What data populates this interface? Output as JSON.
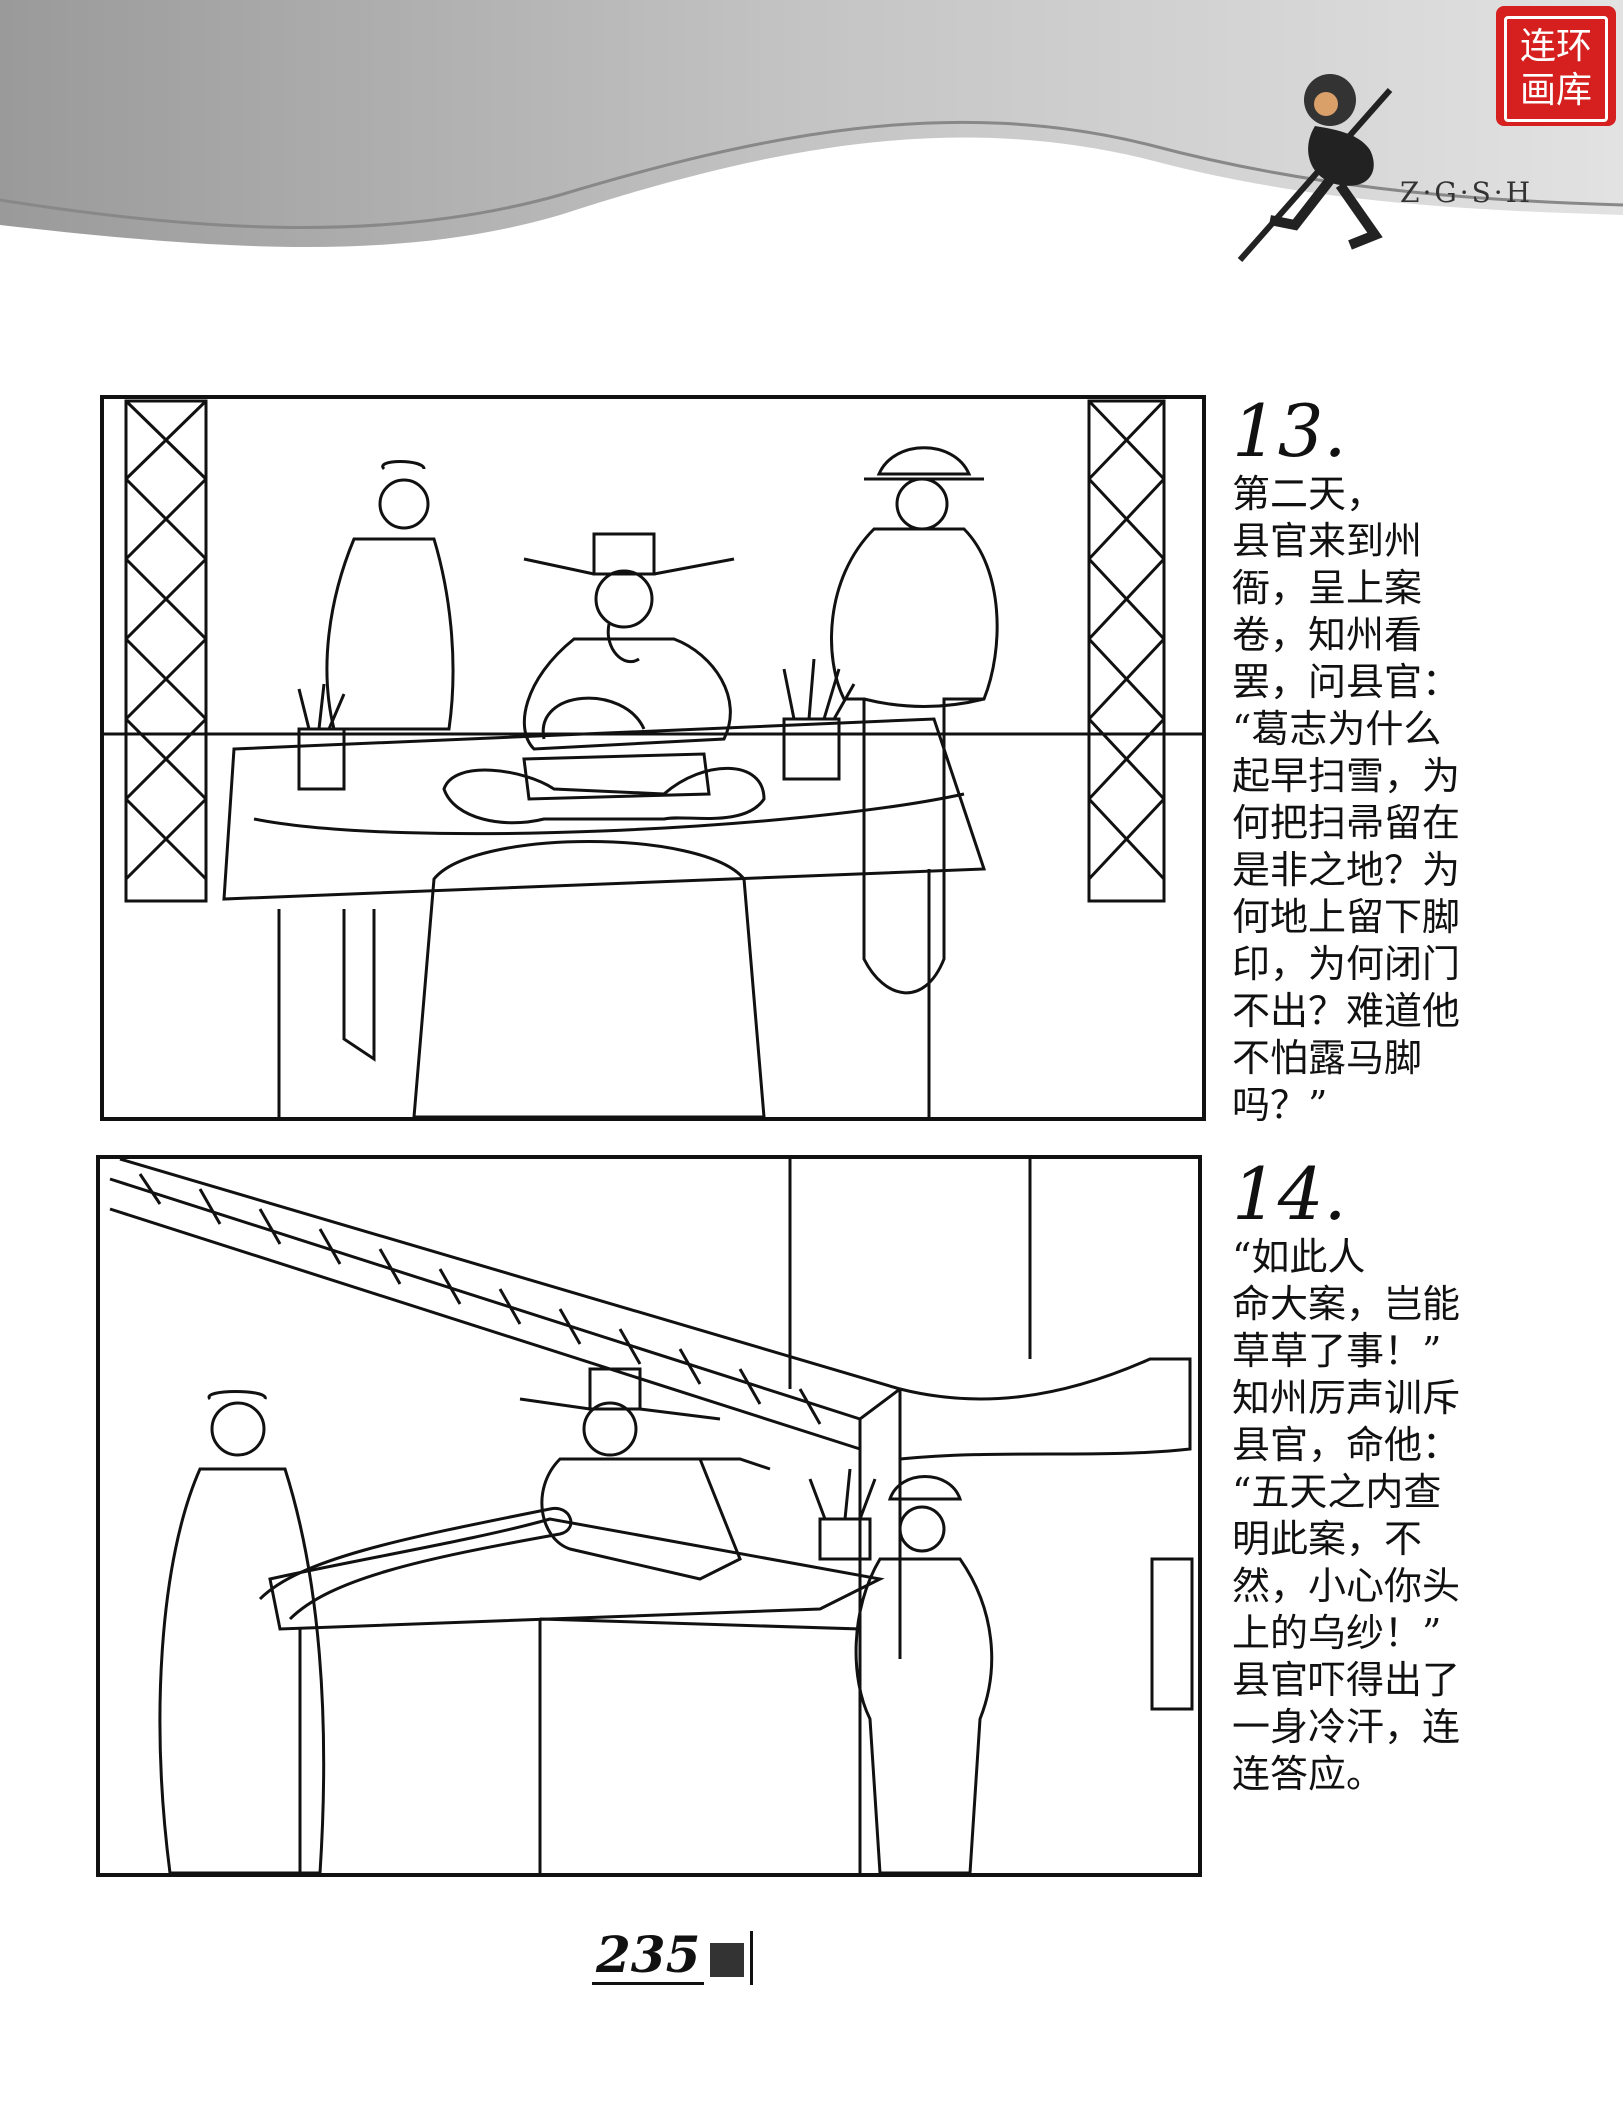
{
  "header": {
    "stamp_line1": "连环",
    "stamp_line2": "画库",
    "series_letters": "Z·G·S·H"
  },
  "panels": [
    {
      "number": "13.",
      "caption": "第二天，\n县官来到州\n衙，呈上案\n卷，知州看\n罢，问县官：\n“葛志为什么\n起早扫雪，为\n何把扫帚留在\n是非之地？为\n何地上留下脚\n印，为何闭门\n不出？难道他\n不怕露马脚\n吗？”"
    },
    {
      "number": "14.",
      "caption": "“如此人\n命大案，岂能\n草草了事！”\n知州厉声训斥\n县官，命他：\n“五天之内查\n明此案，不\n然，小心你头\n上的乌纱！”\n县官吓得出了\n一身冷汗，连\n连答应。"
    }
  ],
  "page_number": "235"
}
